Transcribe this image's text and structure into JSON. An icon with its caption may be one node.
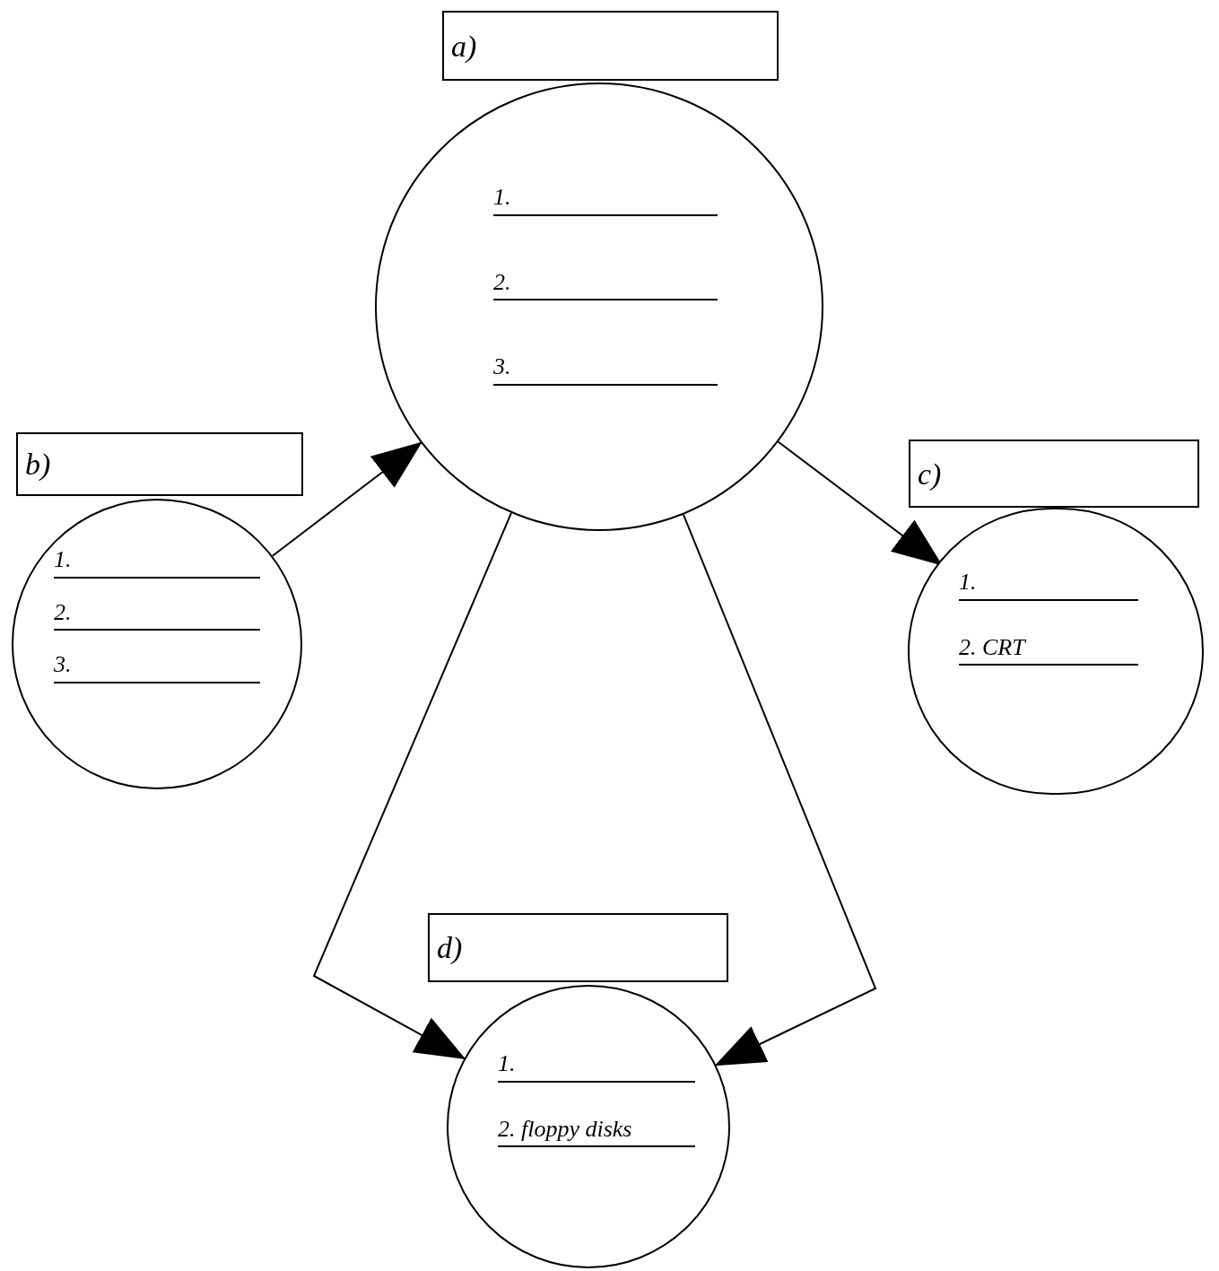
{
  "diagram": {
    "nodes": [
      {
        "text": [
          "a)"
        ]
      },
      {
        "text": [
          "1.",
          "2.",
          "3."
        ]
      },
      {
        "text": [
          "b)"
        ]
      },
      {
        "text": [
          "1.",
          "2.",
          "3."
        ]
      },
      {
        "text": [
          "c)"
        ]
      },
      {
        "text": [
          "1.",
          "2. CRT"
        ]
      },
      {
        "text": [
          "d)"
        ]
      },
      {
        "text": [
          "1.",
          "2. floppy disks"
        ]
      }
    ],
    "edges": [
      {
        "from": 3,
        "to": 1,
        "arrow": "to"
      },
      {
        "from": 1,
        "to": 5,
        "arrow": "to"
      },
      {
        "from": 1,
        "to": 7,
        "arrow": "to"
      },
      {
        "from": 1,
        "to": 7,
        "arrow": "to"
      }
    ]
  }
}
